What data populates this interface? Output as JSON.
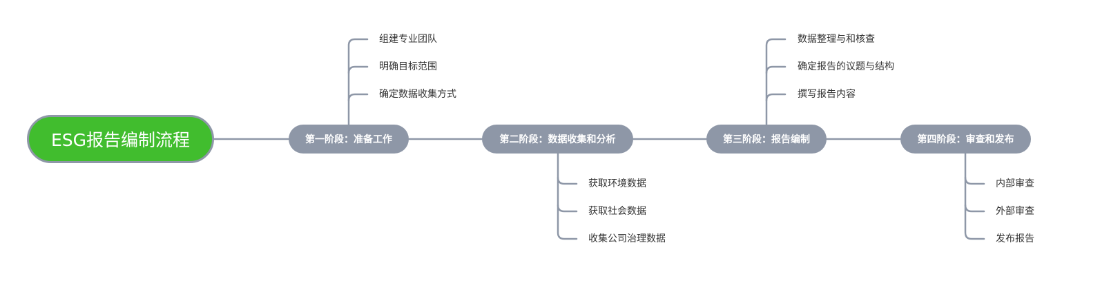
{
  "root": {
    "label": "ESG报告编制流程"
  },
  "colors": {
    "root_fill": "#41bd2e",
    "node_fill": "#8e97a7",
    "connector": "#8e97a7",
    "leaf_text": "#333333"
  },
  "stages": [
    {
      "label": "第一阶段：准备工作",
      "items": [
        "组建专业团队",
        "明确目标范围",
        "确定数据收集方式"
      ]
    },
    {
      "label": "第二阶段：数据收集和分析",
      "items": [
        "获取环境数据",
        "获取社会数据",
        "收集公司治理数据"
      ]
    },
    {
      "label": "第三阶段：报告编制",
      "items": [
        "数据整理与和核查",
        "确定报告的议题与结构",
        "撰写报告内容"
      ]
    },
    {
      "label": "第四阶段：审查和发布",
      "items": [
        "内部审查",
        "外部审查",
        "发布报告"
      ]
    }
  ]
}
